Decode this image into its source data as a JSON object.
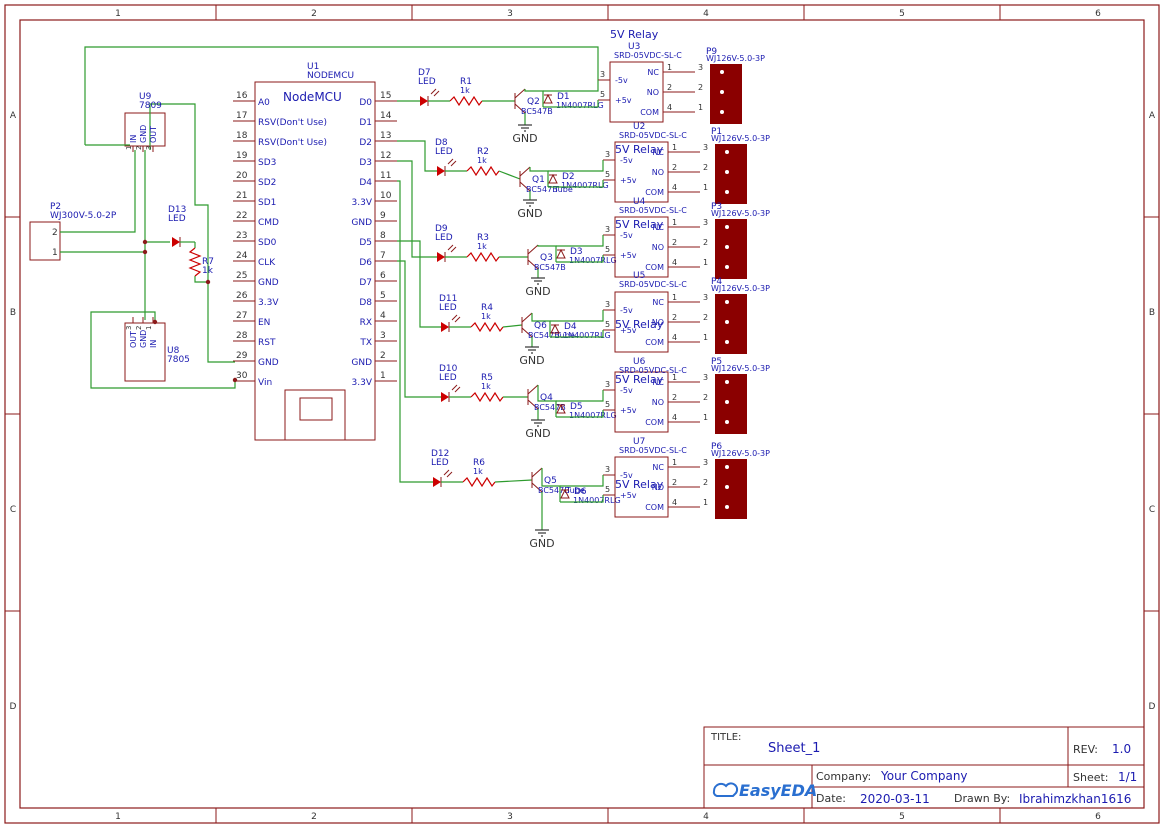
{
  "frame": {
    "cols": [
      "1",
      "2",
      "3",
      "4",
      "5",
      "6"
    ],
    "rows": [
      "A",
      "B",
      "C",
      "D"
    ]
  },
  "nodemcu": {
    "ref": "U1",
    "part": "NODEMCU",
    "title": "NodeMCU",
    "left_pins": [
      {
        "num": "16",
        "name": "A0"
      },
      {
        "num": "17",
        "name": "RSV(Don't Use)"
      },
      {
        "num": "18",
        "name": "RSV(Don't Use)"
      },
      {
        "num": "19",
        "name": "SD3"
      },
      {
        "num": "20",
        "name": "SD2"
      },
      {
        "num": "21",
        "name": "SD1"
      },
      {
        "num": "22",
        "name": "CMD"
      },
      {
        "num": "23",
        "name": "SD0"
      },
      {
        "num": "24",
        "name": "CLK"
      },
      {
        "num": "25",
        "name": "GND"
      },
      {
        "num": "26",
        "name": "3.3V"
      },
      {
        "num": "27",
        "name": "EN"
      },
      {
        "num": "28",
        "name": "RST"
      },
      {
        "num": "29",
        "name": "GND"
      },
      {
        "num": "30",
        "name": "Vin"
      }
    ],
    "right_pins": [
      {
        "num": "15",
        "name": "D0"
      },
      {
        "num": "14",
        "name": "D1"
      },
      {
        "num": "13",
        "name": "D2"
      },
      {
        "num": "12",
        "name": "D3"
      },
      {
        "num": "11",
        "name": "D4"
      },
      {
        "num": "10",
        "name": "3.3V"
      },
      {
        "num": "9",
        "name": "GND"
      },
      {
        "num": "8",
        "name": "D5"
      },
      {
        "num": "7",
        "name": "D6"
      },
      {
        "num": "6",
        "name": "D7"
      },
      {
        "num": "5",
        "name": "D8"
      },
      {
        "num": "4",
        "name": "RX"
      },
      {
        "num": "3",
        "name": "TX"
      },
      {
        "num": "2",
        "name": "GND"
      },
      {
        "num": "1",
        "name": "3.3V"
      }
    ]
  },
  "regulators": [
    {
      "ref": "U9",
      "part": "7809",
      "pins": [
        "IN",
        "GND",
        "OUT"
      ],
      "nums": [
        "1",
        "2",
        "3"
      ]
    },
    {
      "ref": "U8",
      "part": "7805",
      "pins": [
        "OUT",
        "GND",
        "IN"
      ],
      "nums": [
        "3",
        "2",
        "1"
      ]
    }
  ],
  "power_conn": {
    "ref": "P2",
    "part": "WJ300V-5.0-2P",
    "pins": [
      "2",
      "1"
    ]
  },
  "power_led": {
    "d": "D13",
    "d_part": "LED",
    "r": "R7",
    "r_val": "1k"
  },
  "channels": [
    {
      "d": "D7",
      "r": "R1",
      "q": "Q2",
      "q_part": "BC547B",
      "q_ex": "",
      "dd": "D1",
      "u": "U3",
      "p": "P9",
      "conn_part": "WJ126V-5.0-3P",
      "relay_label": "5V Relay"
    },
    {
      "d": "D8",
      "r": "R2",
      "q": "Q1",
      "q_part": "BC547B",
      "q_ex": "Tube",
      "dd": "D2",
      "u": "U2",
      "p": "P1",
      "conn_part": "WJ126V-5.0-3P",
      "relay_label": "5V Relay"
    },
    {
      "d": "D9",
      "r": "R3",
      "q": "Q3",
      "q_part": "BC547B",
      "q_ex": "",
      "dd": "D3",
      "u": "U4",
      "p": "P3",
      "conn_part": "WJ126V-5.0-3P",
      "relay_label": "5V Relay"
    },
    {
      "d": "D11",
      "r": "R4",
      "q": "Q6",
      "q_part": "BC547B",
      "q_ex": "Tube",
      "dd": "D4",
      "u": "U5",
      "p": "P4",
      "conn_part": "WJ126V-5.0-3P",
      "relay_label": "5V Relay"
    },
    {
      "d": "D10",
      "r": "R5",
      "q": "Q4",
      "q_part": "BC547B",
      "q_ex": "",
      "dd": "D5",
      "u": "U6",
      "p": "P5",
      "conn_part": "WJ126V-5.0-3P",
      "relay_label": "5V Relay"
    },
    {
      "d": "D12",
      "r": "R6",
      "q": "Q5",
      "q_part": "BC547B",
      "q_ex": "Tube",
      "dd": "D6",
      "u": "U7",
      "p": "P6",
      "conn_part": "WJ126V-5.0-3P",
      "relay_label": "5V Relay"
    }
  ],
  "common": {
    "led": "LED",
    "res": "1k",
    "gnd": "GND",
    "diode": "1N4007RLG",
    "relay_part": "SRD-05VDC-SL-C",
    "relay_left": [
      "-5v",
      "+5v"
    ],
    "relay_left_nums": [
      "3",
      "5"
    ],
    "relay_right": [
      "NC",
      "NO",
      "COM"
    ],
    "relay_right_nums": [
      "1",
      "2",
      "4"
    ],
    "conn_nums": [
      "3",
      "2",
      "1"
    ]
  },
  "title_block": {
    "title_label": "TITLE:",
    "title": "Sheet_1",
    "rev_label": "REV:",
    "rev": "1.0",
    "company_label": "Company:",
    "company": "Your Company",
    "sheet_label": "Sheet:",
    "sheet": "1/1",
    "date_label": "Date:",
    "date": "2020-03-11",
    "drawn_label": "Drawn By:",
    "drawn": "Ibrahimzkhan1616",
    "logo": "EasyEDA"
  }
}
